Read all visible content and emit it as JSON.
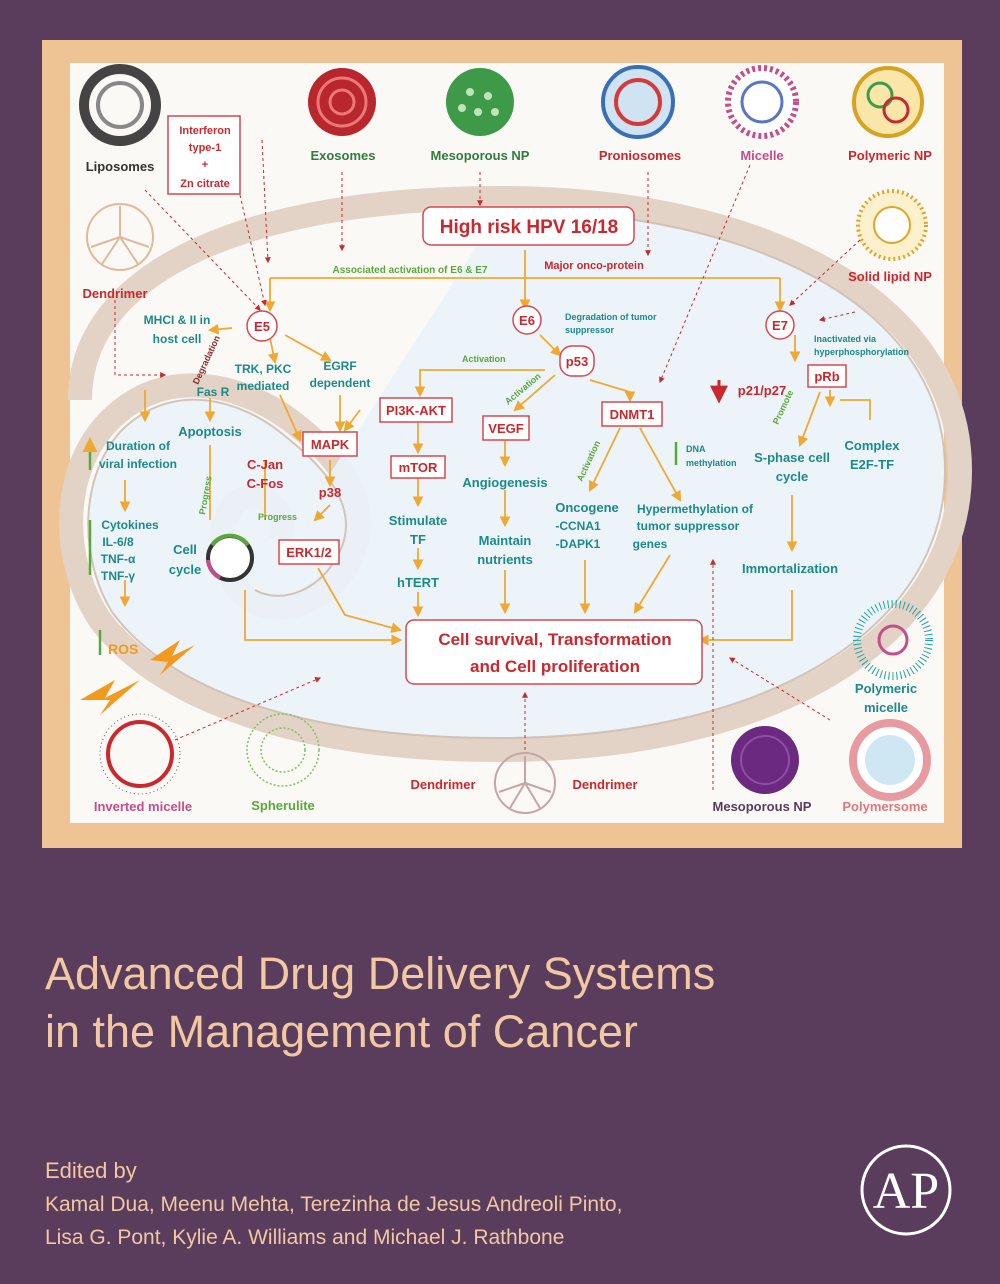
{
  "diagram": {
    "nanocarriers": {
      "liposomes": "Liposomes",
      "exosomes": "Exosomes",
      "mesoporous_top": "Mesoporous NP",
      "proniosomes": "Proniosomes",
      "micelle": "Micelle",
      "polymeric_np": "Polymeric NP",
      "solid_lipid_np": "Solid lipid NP",
      "dendrimer_left": "Dendrimer",
      "polymeric_micelle_1": "Polymeric",
      "polymeric_micelle_2": "micelle",
      "inverted_micelle": "Inverted micelle",
      "spherulite": "Spherulite",
      "dendrimer_bottom_left": "Dendrimer",
      "dendrimer_bottom_right": "Dendrimer",
      "mesoporous_bottom": "Mesoporous NP",
      "polymersome": "Polymersome"
    },
    "interferon": [
      "Interferon",
      "type-1",
      "+",
      "Zn citrate"
    ],
    "hpv_title": "High risk HPV 16/18",
    "associated_activation": "Associated activation of E6 & E7",
    "major_oncoprotein": "Major onco-protein",
    "e5": "E5",
    "e6": "E6",
    "e7": "E7",
    "mhc": [
      "MHCI & II in",
      "host cell"
    ],
    "degradation": "Degradation",
    "fas_r": "Fas R",
    "trk": [
      "TRK, PKC",
      "mediated"
    ],
    "egrf": [
      "EGRF",
      "dependent"
    ],
    "degradation_tumor": [
      "Degradation of tumor",
      "suppressor"
    ],
    "p53": "p53",
    "activation_1": "Activation",
    "activation_2": "Activation",
    "activation_3": "Activation",
    "pi3k": "PI3K-AKT",
    "vegf": "VEGF",
    "dnmt1": "DNMT1",
    "inactivated": [
      "Inactivated via",
      "hyperphosphorylation"
    ],
    "prb": "pRb",
    "p21": "p21/p27",
    "promote": "Promote",
    "complex": [
      "Complex",
      "E2F-TF"
    ],
    "sphase": [
      "S-phase cell",
      "cycle"
    ],
    "dna_meth": [
      "DNA",
      "methylation"
    ],
    "apoptosis": "Apoptosis",
    "mapk": "MAPK",
    "cjan": [
      "C-Jan",
      "C-Fos"
    ],
    "p38": "p38",
    "erk": "ERK1/2",
    "progress_1": "Progress",
    "progress_2": "Progress",
    "duration": [
      "Duration of",
      "viral infection"
    ],
    "cytokines": [
      "Cytokines",
      "IL-6/8",
      "TNF-α",
      "TNF-γ"
    ],
    "cell_cycle": [
      "Cell",
      "cycle"
    ],
    "mtor": "mTOR",
    "stimulate": [
      "Stimulate",
      "TF"
    ],
    "htert": "hTERT",
    "angiogenesis": "Angiogenesis",
    "maintain": [
      "Maintain",
      "nutrients"
    ],
    "oncogene": [
      "Oncogene",
      "-CCNA1",
      "-DAPK1"
    ],
    "hypermeth": [
      "Hypermethylation of",
      "tumor suppressor",
      "genes"
    ],
    "immortalization": "Immortalization",
    "ros": "ROS",
    "cell_survival": [
      "Cell survival, Transformation",
      "and Cell proliferation"
    ]
  },
  "book": {
    "title_line1": "Advanced Drug Delivery Systems",
    "title_line2": "in the Management of Cancer",
    "edited_by": "Edited by",
    "editors_line1": "Kamal Dua, Meenu Mehta, Terezinha de Jesus Andreoli Pinto,",
    "editors_line2": "Lisa G. Pont, Kylie A. Williams and Michael J. Rathbone",
    "publisher_logo_label": "AP"
  },
  "colors": {
    "background": "#5a3c5c",
    "frame": "#efc495",
    "title_text": "#f0c8a2",
    "red_label": "#c8282e",
    "teal_label": "#1c8a88",
    "green_label": "#5aa83a",
    "arrow_orange": "#f0a830"
  }
}
